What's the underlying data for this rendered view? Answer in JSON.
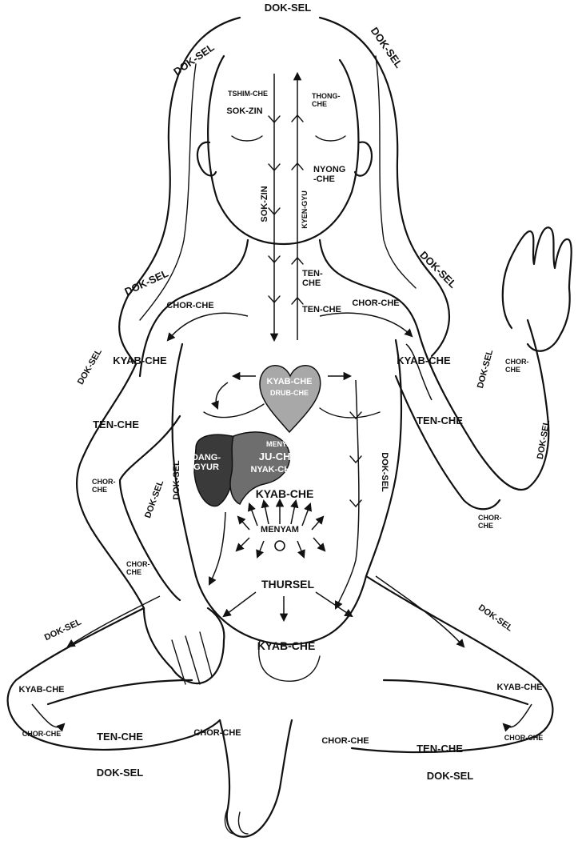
{
  "labels": {
    "dok_sel": "DOK-SEL",
    "tshim_che": "TSHIM-CHE",
    "sok_zin": "SOK-ZIN",
    "thong_che": "THONG-\nCHE",
    "nyong_che": "NYONG\n-CHE",
    "kyen_gyu": "KYEN-GYU",
    "ten_che": "TEN-CHE",
    "ten_che_split": "TEN-\nCHE",
    "chor_che": "CHOR-CHE",
    "chor_che_split": "CHOR-\nCHE",
    "kyab_che": "KYAB-CHE",
    "drub_che": "DRUB-CHE",
    "menyam": "MENYAM",
    "ju_che": "JU-CHE",
    "nyak_che": "NYAK-CHE",
    "dang_gyur": "DANG-\nGYUR",
    "thursel": "THURSEL"
  },
  "colors": {
    "heart": "#a8a8a8",
    "liver": "#3a3a3a",
    "stomach": "#6e6e6e",
    "line": "#111111"
  }
}
